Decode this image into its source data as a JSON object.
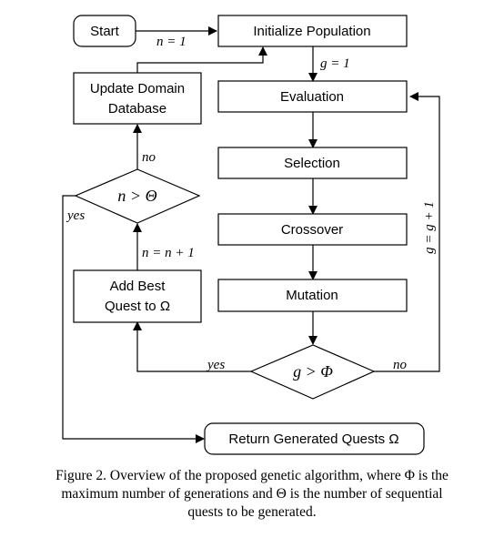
{
  "nodes": {
    "start": "Start",
    "init": "Initialize Population",
    "update_line1": "Update Domain",
    "update_line2": "Database",
    "evaluation": "Evaluation",
    "selection": "Selection",
    "crossover": "Crossover",
    "mutation": "Mutation",
    "add_line1": "Add Best",
    "add_line2": "Quest to Ω",
    "return": "Return Generated Quests Ω",
    "decision_n": "n > Θ",
    "decision_g": "g > Φ"
  },
  "edge_labels": {
    "n_init": "n = 1",
    "g_init": "g = 1",
    "no_left": "no",
    "yes_left": "yes",
    "n_incr": "n = n + 1",
    "yes_bottom": "yes",
    "no_bottom": "no",
    "g_incr": "g = g + 1"
  },
  "caption": {
    "line1": "Figure 2.   Overview of the proposed genetic algorithm, where Φ is the",
    "line2": "maximum number of generations and Θ is the number of sequential",
    "line3": "quests to be generated."
  }
}
